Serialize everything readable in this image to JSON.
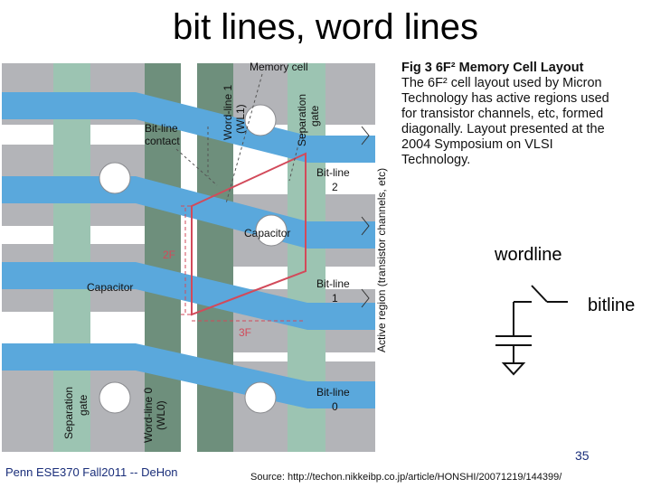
{
  "slide": {
    "title": "bit lines, word lines",
    "footer_left": "Penn ESE370 Fall2011 -- DeHon",
    "source": "Source: http://techon.nikkeibp.co.jp/article/HONSHI/20071219/144399/",
    "page_number": "35"
  },
  "figure": {
    "caption_head": "Fig 3   6F² Memory Cell Layout",
    "caption_body": "The 6F² cell layout used by Micron Technology has active regions used for transistor channels, etc, formed diagonally. Layout presented at the 2004 Symposium on VLSI Technology.",
    "labels": {
      "memory_cell": "Memory cell",
      "wl1_a": "Word-line 1",
      "wl1_b": "(WL1)",
      "sep_gate_top_a": "Separation",
      "sep_gate_top_b": "gate",
      "bl_contact_a": "Bit-line",
      "bl_contact_b": "contact",
      "bl2_a": "Bit-line",
      "bl2_b": "2",
      "capacitor_upper": "Capacitor",
      "two_f": "2F",
      "capacitor_lower": "Capacitor",
      "bl1_a": "Bit-line",
      "bl1_b": "1",
      "three_f": "3F",
      "sep_gate_bot_a": "Separation",
      "sep_gate_bot_b": "gate",
      "wl0_a": "Word-line 0",
      "wl0_b": "(WL0)",
      "bl0_a": "Bit-line",
      "bl0_b": "0",
      "active_region": "Active region (transistor channels, etc)"
    },
    "colors": {
      "bitline": "#5aa8dc",
      "wordline_green": "#9cc4b2",
      "wordline_dark": "#6e8f7c",
      "active_gray": "#b3b4b8",
      "cell_outline": "#d24a5a"
    }
  },
  "schematic": {
    "wordline_label": "wordline",
    "bitline_label": "bitline"
  }
}
